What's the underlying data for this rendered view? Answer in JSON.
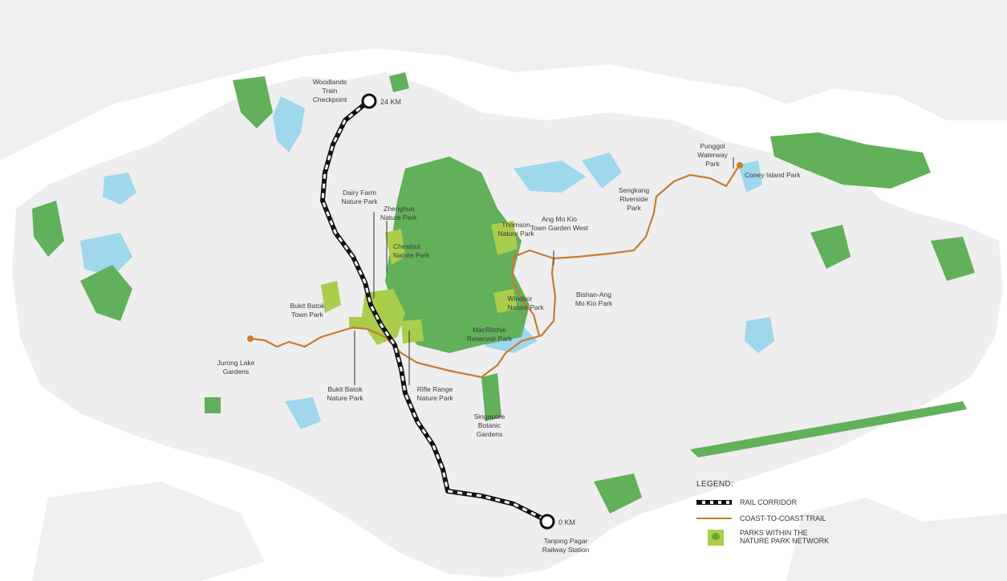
{
  "legend": {
    "title": "LEGEND:",
    "items": [
      {
        "symbol": "rail-corridor-line",
        "label": "RAIL CORRIDOR"
      },
      {
        "symbol": "coast-to-coast-trail-line",
        "label": "COAST-TO-COAST TRAIL"
      },
      {
        "symbol": "park-tree-icon",
        "label": "PARKS WITHIN THE NATURE PARK NETWORK",
        "label_lines": [
          "PARKS WITHIN THE",
          "NATURE PARK NETWORK"
        ]
      }
    ]
  },
  "markers": {
    "north_km": "24 KM",
    "south_km": "0 KM"
  },
  "places": {
    "woodlands": [
      "Woodlands",
      "Train",
      "Checkpoint"
    ],
    "dairy_farm": [
      "Dairy Farm",
      "Nature Park"
    ],
    "zhenghua": [
      "Zhenghua",
      "Nature Park"
    ],
    "chestnut": [
      "Chestnut",
      "Nature Park"
    ],
    "thomson": [
      "Thomson",
      "Nature Park"
    ],
    "amk_garden": [
      "Ang Mo Kio",
      "Town Garden West"
    ],
    "sengkang": [
      "Sengkang",
      "Riverside",
      "Park"
    ],
    "punggol": [
      "Punggol",
      "Waterway",
      "Park"
    ],
    "coney": [
      "Coney Island Park"
    ],
    "bukit_batok_town": [
      "Bukit Batok",
      "Town Park"
    ],
    "windsor": [
      "Windsor",
      "Nature Park"
    ],
    "bishan": [
      "Bishan-Ang",
      "Mo Kio Park"
    ],
    "macritchie": [
      "MacRitchie",
      "Reservoir Park"
    ],
    "jurong": [
      "Jurong Lake",
      "Gardens"
    ],
    "bukit_batok_np": [
      "Bukit Batok",
      "Nature Park"
    ],
    "rifle_range": [
      "Rifle Range",
      "Nature Park"
    ],
    "botanic": [
      "Singapore",
      "Botanic",
      "Gardens"
    ],
    "tanjong_pagar": [
      "Tanjong Pagar",
      "Railway Station"
    ]
  },
  "colors": {
    "sea": "#ffffff",
    "land": "#eeeeee",
    "water": "#9fd7ec",
    "park_green": "#62b05a",
    "nature_park": "#aacd4c",
    "trail": "#c97b2e",
    "rail": "#111111"
  }
}
